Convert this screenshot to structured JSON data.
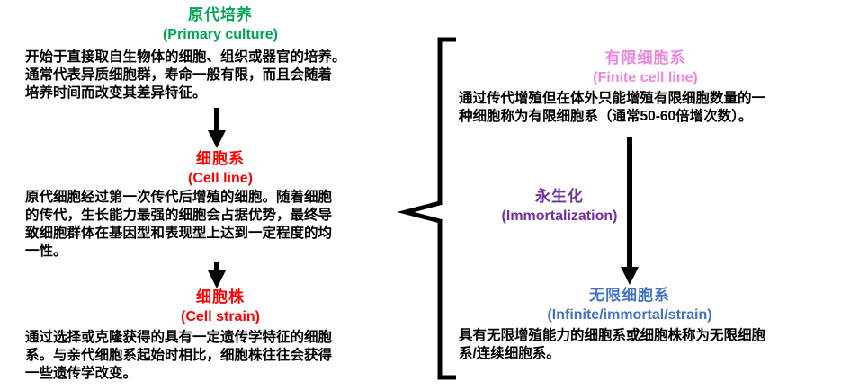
{
  "colors": {
    "green": "#00A651",
    "red": "#FF0000",
    "pink": "#ED85DB",
    "purple": "#7030A0",
    "blue": "#4472C4",
    "arrow_and_brace": "#000000"
  },
  "left": {
    "primary_culture": {
      "title_cn": "原代培养",
      "title_en": "(Primary culture)",
      "body_lines": [
        "开始于直接取自生物体的细胞、组织或器官的培养。",
        "通常代表异质细胞群，寿命一般有限，而且会随着",
        "培养时间而改变其差异特征。"
      ]
    },
    "cell_line": {
      "title_cn": "细胞系",
      "title_en": "(Cell line)",
      "body_lines": [
        "原代细胞经过第一次传代后增殖的细胞。随着细胞",
        "的传代，生长能力最强的细胞会占据优势，最终导",
        "致细胞群体在基因型和表现型上达到一定程度的均",
        "一性。"
      ]
    },
    "cell_strain": {
      "title_cn": "细胞株",
      "title_en": "(Cell strain)",
      "body_lines": [
        "通过选择或克隆获得的具有一定遗传学特征的细胞",
        "系。与亲代细胞系起始时相比，细胞株往往会获得",
        "一些遗传学改变。"
      ]
    }
  },
  "right": {
    "finite_cell_line": {
      "title_cn": "有限细胞系",
      "title_en": "(Finite cell line)",
      "body_lines": [
        "通过传代增殖但在体外只能增殖有限细胞数量的一",
        "种细胞称为有限细胞系（通常50-60倍增次数）。"
      ]
    },
    "immortalization": {
      "title_cn": "永生化",
      "title_en": "(Immortalization)"
    },
    "infinite_cell_line": {
      "title_cn": "无限细胞系",
      "title_en": "(Infinite/immortal/strain)",
      "body_lines": [
        "具有无限增殖能力的细胞系或细胞株称为无限细胞",
        "系/连续细胞系。"
      ]
    }
  }
}
